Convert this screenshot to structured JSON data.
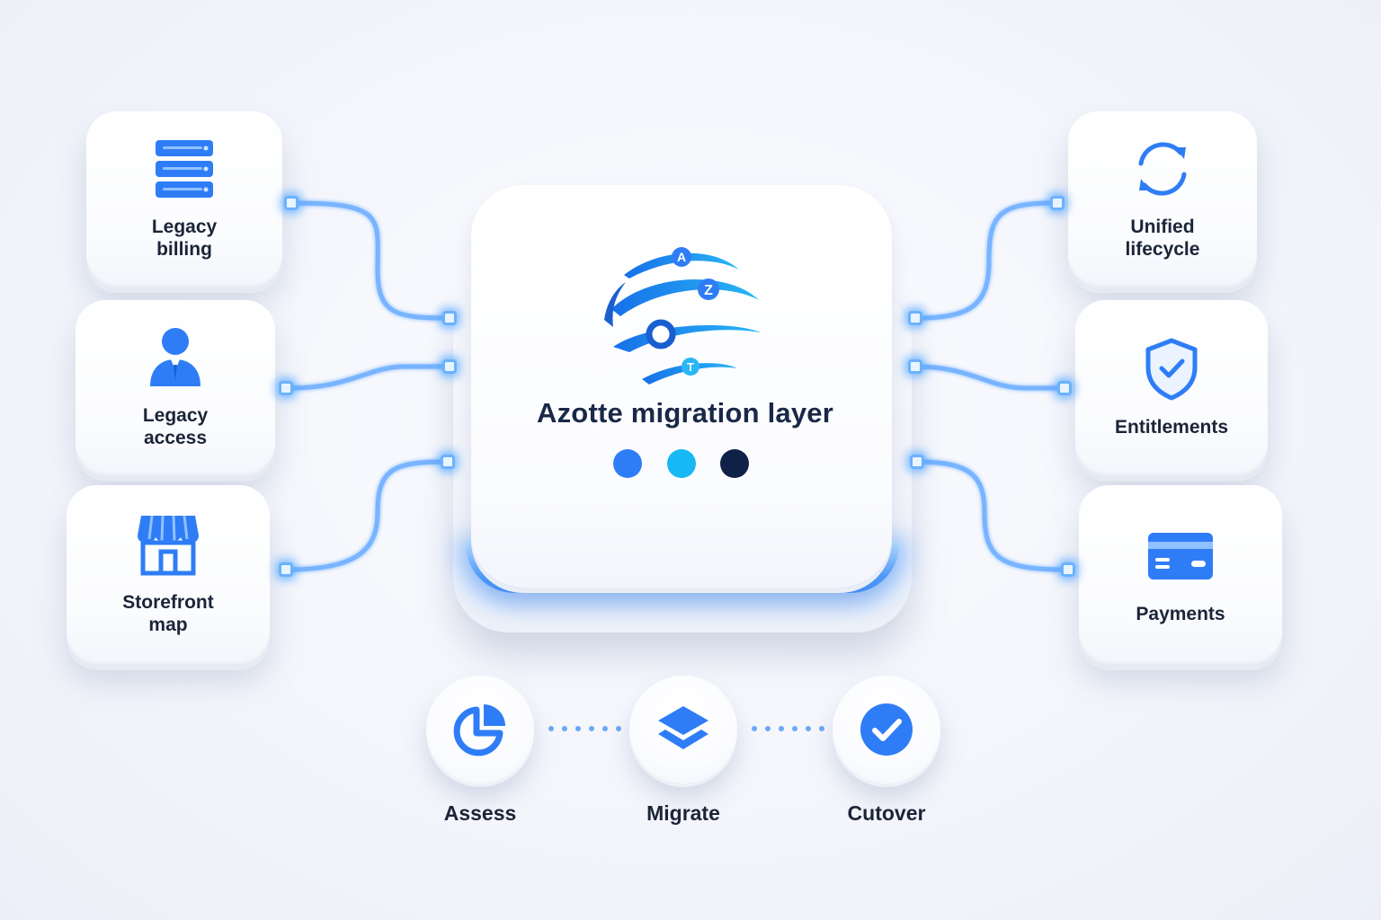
{
  "hub": {
    "title": "Azotte migration layer",
    "logo_letters": [
      "A",
      "Z",
      "T"
    ],
    "status_dots": [
      "#2f7df6",
      "#17b8f3",
      "#0f2147"
    ]
  },
  "left_nodes": [
    {
      "label": "Legacy\nbilling",
      "icon": "server-stack-icon"
    },
    {
      "label": "Legacy\naccess",
      "icon": "user-icon"
    },
    {
      "label": "Storefront\nmap",
      "icon": "storefront-icon"
    }
  ],
  "right_nodes": [
    {
      "label": "Unified\nlifecycle",
      "icon": "refresh-cycle-icon"
    },
    {
      "label": "Entitlements",
      "icon": "shield-check-icon"
    },
    {
      "label": "Payments",
      "icon": "credit-card-icon"
    }
  ],
  "steps": [
    {
      "label": "Assess",
      "icon": "pie-chart-icon"
    },
    {
      "label": "Migrate",
      "icon": "layers-icon"
    },
    {
      "label": "Cutover",
      "icon": "check-circle-icon"
    }
  ],
  "colors": {
    "accent": "#2f7df6",
    "accent_light": "#6ab2ff",
    "text_dark": "#1b2438"
  }
}
